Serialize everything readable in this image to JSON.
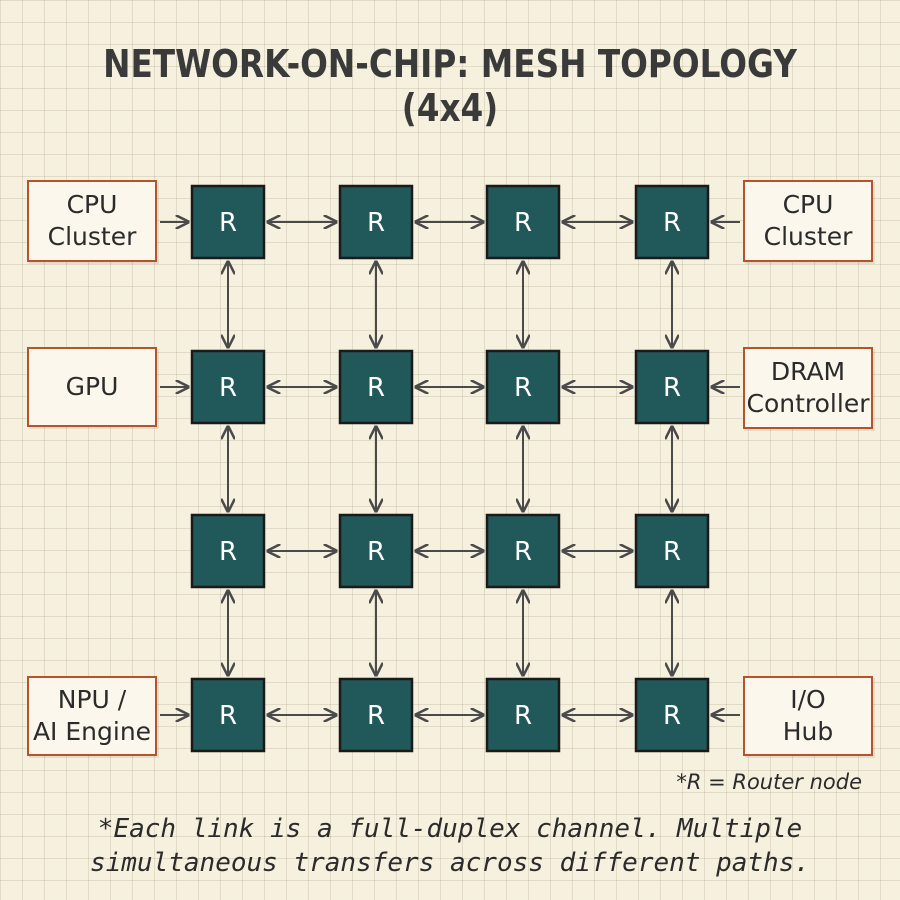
{
  "title": "NETWORK-ON-CHIP: MESH TOPOLOGY (4x4)",
  "router_label": "R",
  "grid": {
    "rows": 4,
    "cols": 4
  },
  "endpoints": {
    "cpu_left": "CPU\nCluster",
    "cpu_right": "CPU\nCluster",
    "gpu": "GPU",
    "dram": "DRAM\nController",
    "npu": "NPU /\nAI Engine",
    "io": "I/O\nHub"
  },
  "legend": "*R = Router node",
  "caption": {
    "line1": "*Each link is a full-duplex channel. Multiple",
    "line2": "simultaneous transfers across different paths."
  },
  "colors": {
    "router_fill": "#21585a",
    "router_stroke": "#1a1a1a",
    "endpoint_border": "#b5532a",
    "link": "#4a4a4a",
    "background": "#f6f0df"
  }
}
